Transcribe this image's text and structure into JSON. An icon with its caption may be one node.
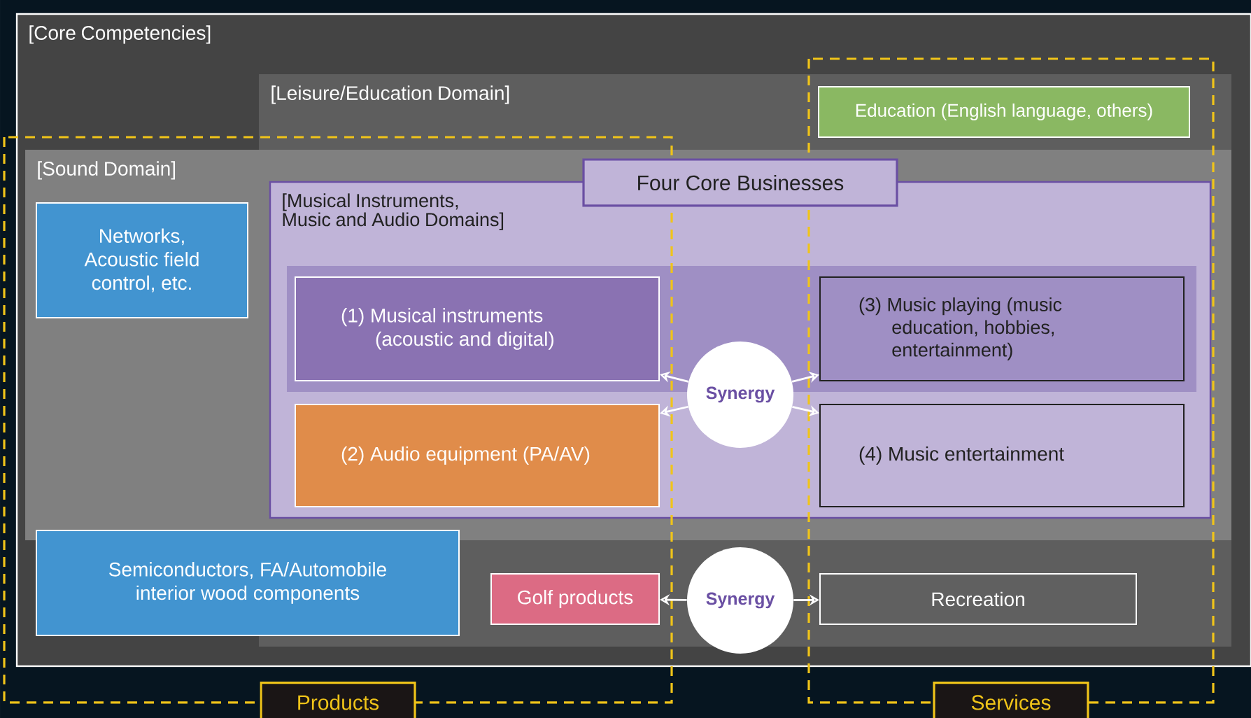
{
  "diagram": {
    "nodes": [
      {
        "text": [
          "[Core Competencies]"
        ]
      },
      {
        "text": [
          "[Leisure/Education Domain]"
        ],
        "in": 0
      },
      {
        "text": [
          "[Sound Domain]"
        ],
        "in": 0
      },
      {
        "text": [
          "Education (English language, others)"
        ],
        "in": 1
      },
      {
        "text": [
          "Four Core Businesses"
        ],
        "in": 2
      },
      {
        "text": [
          "[Musical Instruments, Music and Audio Domains]"
        ],
        "in": 2
      },
      {
        "text": [
          "Networks, Acoustic field control, etc."
        ],
        "in": 2
      },
      {
        "text": [
          "(1) Musical instruments (acoustic and digital)"
        ],
        "in": 5
      },
      {
        "text": [
          "Synergy"
        ],
        "in": 5
      },
      {
        "text": [
          "(3) Music playing (music education, hobbies, entertainment)"
        ],
        "in": 5
      },
      {
        "text": [
          "(2) Audio equipment (PA/AV)"
        ],
        "in": 5
      },
      {
        "text": [
          "(4) Music entertainment"
        ],
        "in": 5
      },
      {
        "text": [
          "Semiconductors, FA/Automobile interior wood components"
        ],
        "in": 0
      },
      {
        "text": [
          "Golf products"
        ],
        "in": 1
      },
      {
        "text": [
          "Synergy"
        ],
        "in": 1
      },
      {
        "text": [
          "Recreation"
        ],
        "in": 1
      }
    ],
    "edges": [
      {
        "from": 8,
        "to": 7,
        "arrow": "to"
      },
      {
        "from": 8,
        "to": 9,
        "arrow": "to"
      },
      {
        "from": 8,
        "to": 10,
        "arrow": "to"
      },
      {
        "from": 8,
        "to": 11,
        "arrow": "to"
      },
      {
        "from": 14,
        "to": 13,
        "arrow": "to"
      },
      {
        "from": 14,
        "to": 15,
        "arrow": "to"
      }
    ],
    "labels": [
      "Products",
      "Services"
    ]
  }
}
